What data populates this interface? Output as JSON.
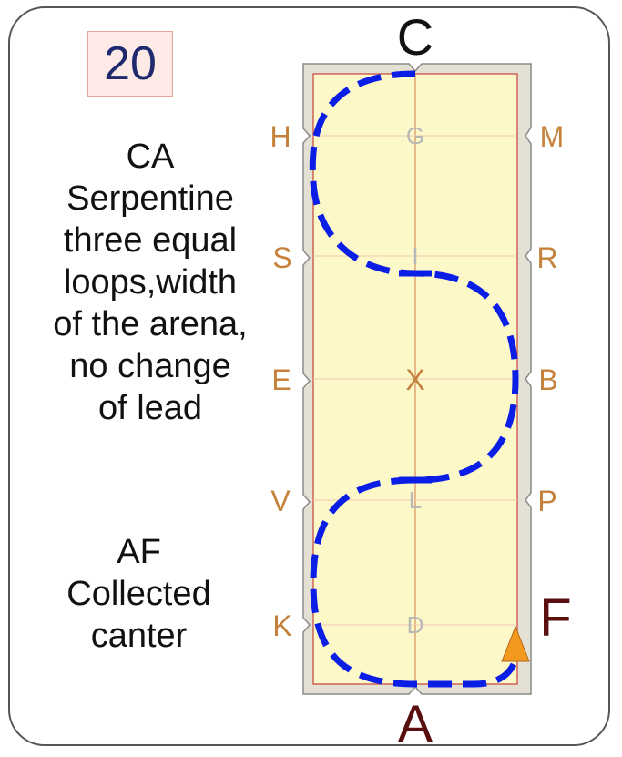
{
  "test_number": "20",
  "movements": [
    {
      "lines": [
        "CA",
        "Serpentine",
        "three equal",
        "loops,width",
        "of the arena,",
        "no change",
        "of lead"
      ]
    },
    {
      "lines": [
        "AF",
        "Collected",
        "canter"
      ]
    }
  ],
  "letters": {
    "outer_left": [
      "H",
      "S",
      "E",
      "V",
      "K"
    ],
    "outer_right": [
      "M",
      "R",
      "B",
      "P"
    ],
    "centerline_light": [
      "G",
      "I",
      "L",
      "D"
    ],
    "center": "X",
    "top": "C",
    "bottom": "A",
    "highlight": "F"
  },
  "colors": {
    "path": "#0a1ee6",
    "arena_fill": "#fdf8c8",
    "letter": "#c5823c",
    "centerline_letter": "#b8b8b8",
    "highlight_letter": "#5a0f0f",
    "marker": "#f39a1e"
  }
}
